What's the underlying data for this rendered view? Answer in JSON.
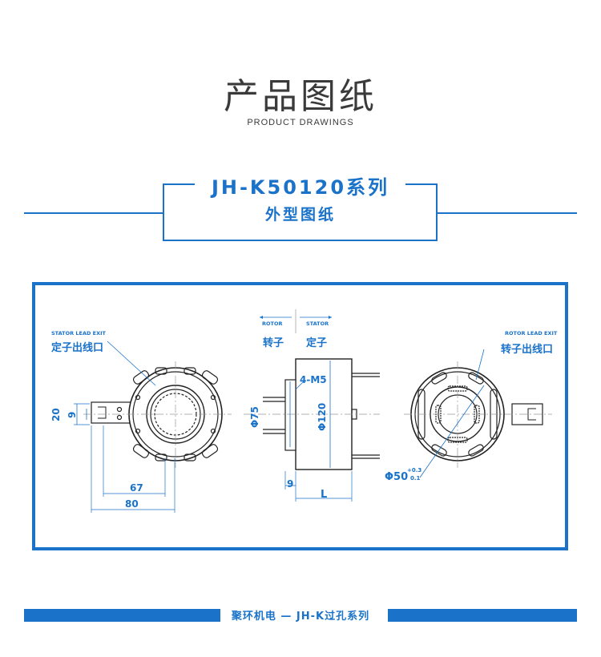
{
  "header": {
    "title_cn": "产品图纸",
    "title_en": "PRODUCT DRAWINGS"
  },
  "product": {
    "series": "JH-K50120系列",
    "subtitle": "外型图纸"
  },
  "drawing": {
    "left_view": {
      "label_en": "STATOR LEAD EXIT",
      "label_cn": "定子出线口",
      "dim_20": "20",
      "dim_9": "9",
      "dim_67": "67",
      "dim_80": "80"
    },
    "side_view": {
      "rotor_en": "ROTOR",
      "rotor_cn": "转子",
      "stator_en": "STATOR",
      "stator_cn": "定子",
      "dim_4m5": "4-M5",
      "dim_phi75": "Φ75",
      "dim_phi120": "Φ120",
      "dim_9": "9",
      "dim_L": "L"
    },
    "right_view": {
      "label_en": "ROTOR LEAD EXIT",
      "label_cn": "转子出线口",
      "dim_phi50": "Φ50",
      "tol_upper": "+0.3",
      "tol_lower": "0.1"
    }
  },
  "footer": {
    "text": "聚环机电 — JH-K过孔系列"
  },
  "colors": {
    "accent": "#1a73c9",
    "line": "#222222"
  }
}
